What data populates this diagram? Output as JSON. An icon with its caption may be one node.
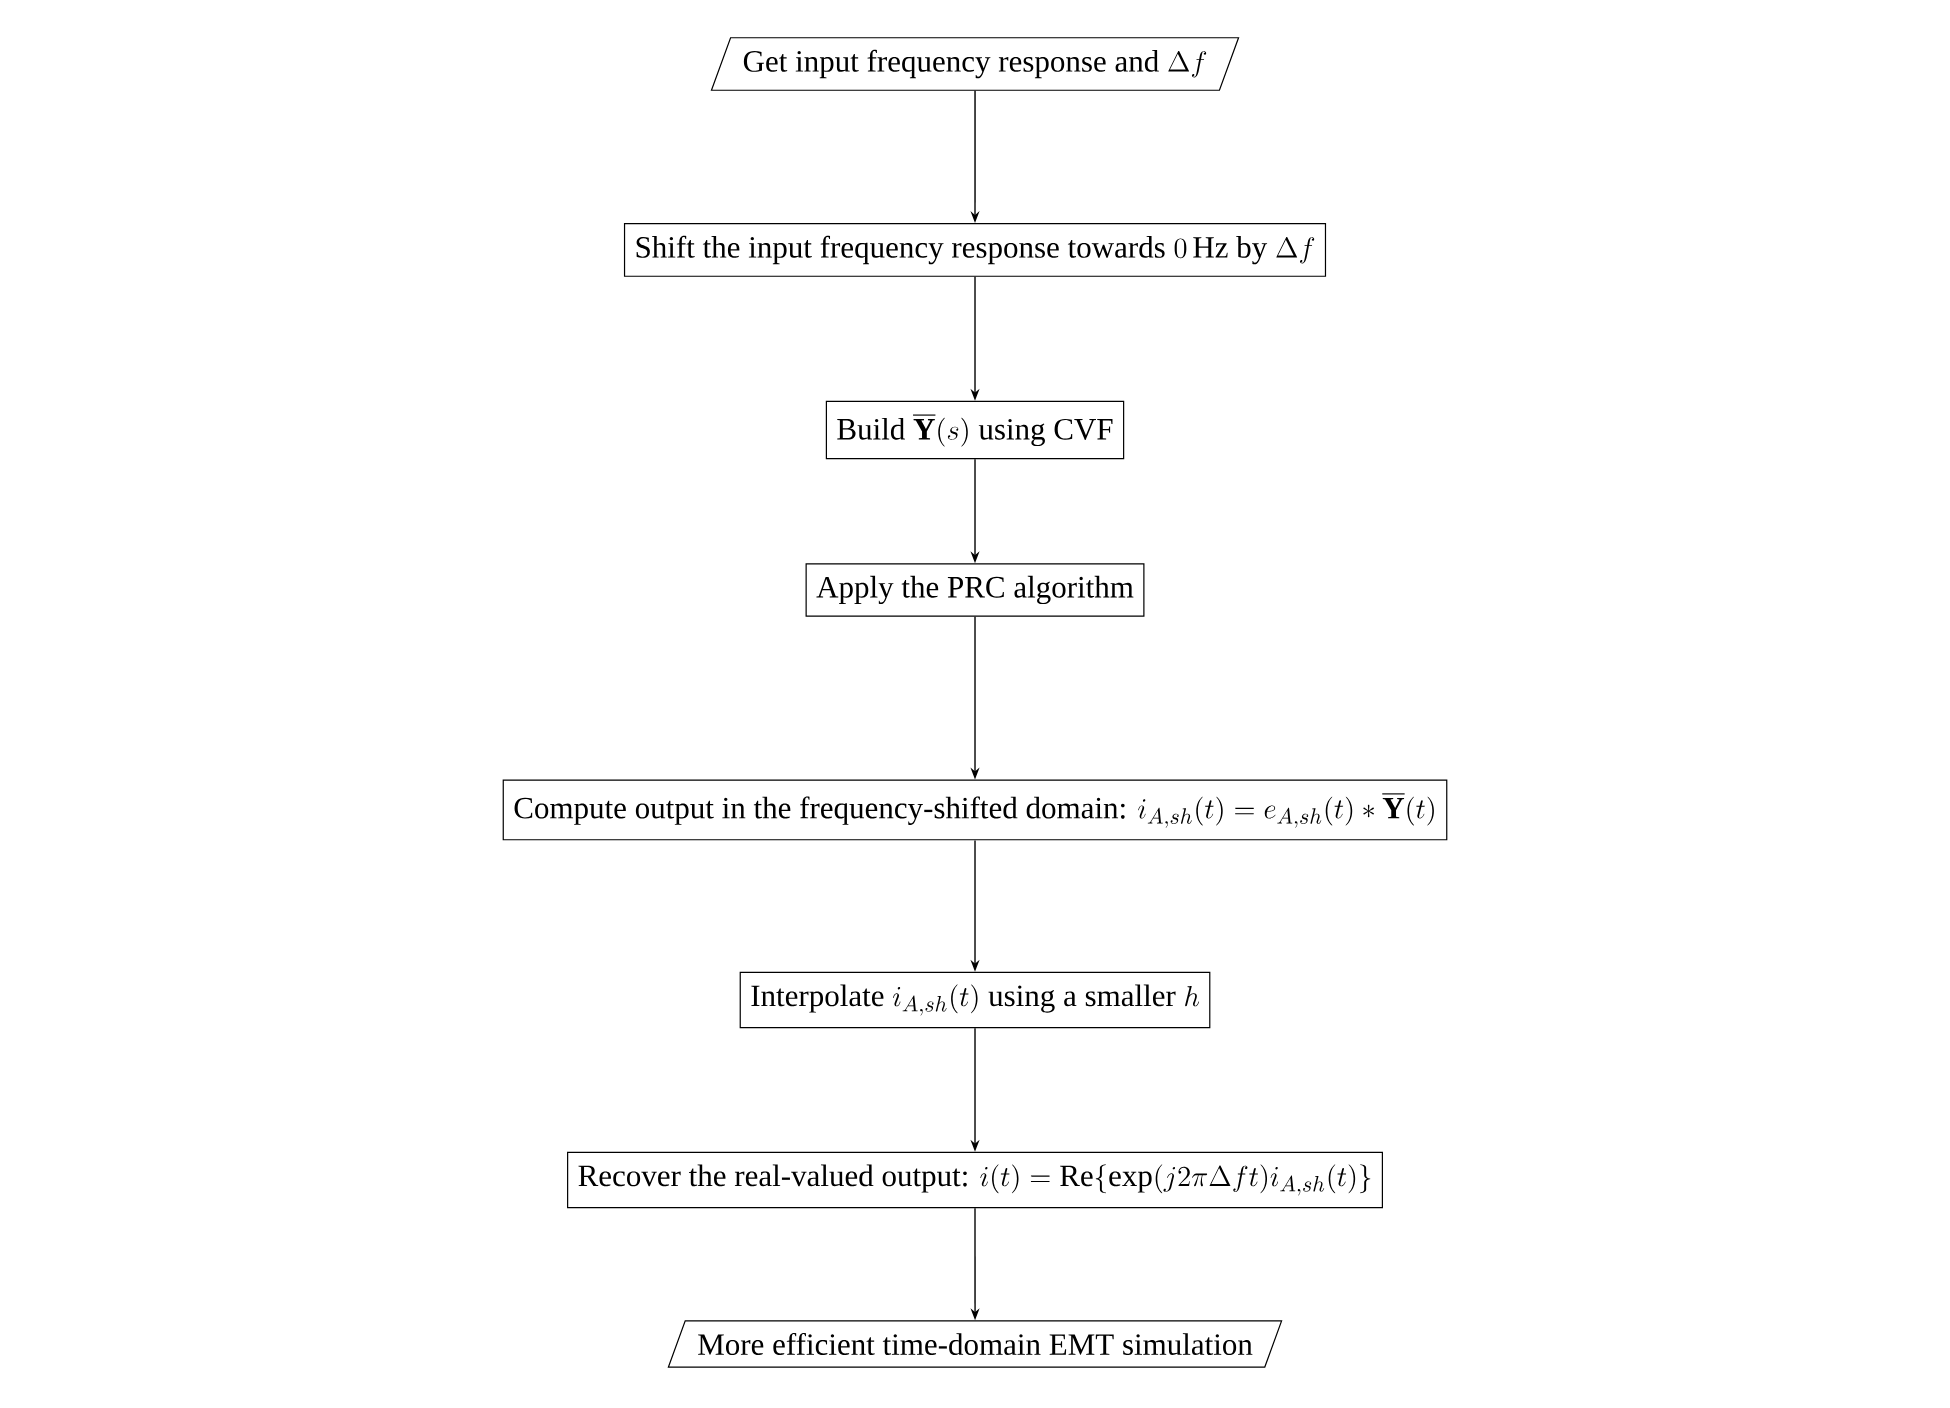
{
  "diagram": {
    "nodes": [
      {
        "text": [
          "\\text{Get input frequency response and } \\Delta f"
        ]
      },
      {
        "text": [
          "\\text{Shift the input frequency response towards } 0\\,\\mathrm{Hz} \\text{ by } \\Delta f"
        ]
      },
      {
        "text": [
          "\\text{Build } \\overline{\\mathbf{Y}}(s) \\text{ using CVF}"
        ]
      },
      {
        "text": [
          "Apply the PRC algorithm"
        ]
      },
      {
        "text": [
          "\\text{Compute output in the frequency-shifted domain: } i_{A,sh}(t) = e_{A,sh}(t) * \\overline{\\mathbf{Y}}(t)"
        ]
      },
      {
        "text": [
          "\\text{Interpolate } i_{A,sh}(t) \\text{ using a smaller } h"
        ]
      },
      {
        "text": [
          "\\text{Recover the real-valued output: } i(t) = \\mathrm{Re}\\{\\exp(j2\\pi\\Delta f t) i_{A,sh}(t)\\}"
        ]
      },
      {
        "text": [
          "More efficient time-domain EMT simulation"
        ]
      }
    ],
    "edges": [
      {
        "from": 0,
        "to": 1,
        "arrow": "to"
      },
      {
        "from": 1,
        "to": 2,
        "arrow": "to"
      },
      {
        "from": 2,
        "to": 3,
        "arrow": "to"
      },
      {
        "from": 3,
        "to": 4,
        "arrow": "to"
      },
      {
        "from": 4,
        "to": 5,
        "arrow": "to"
      },
      {
        "from": 5,
        "to": 6,
        "arrow": "to"
      },
      {
        "from": 6,
        "to": 7,
        "arrow": "to"
      }
    ]
  }
}
